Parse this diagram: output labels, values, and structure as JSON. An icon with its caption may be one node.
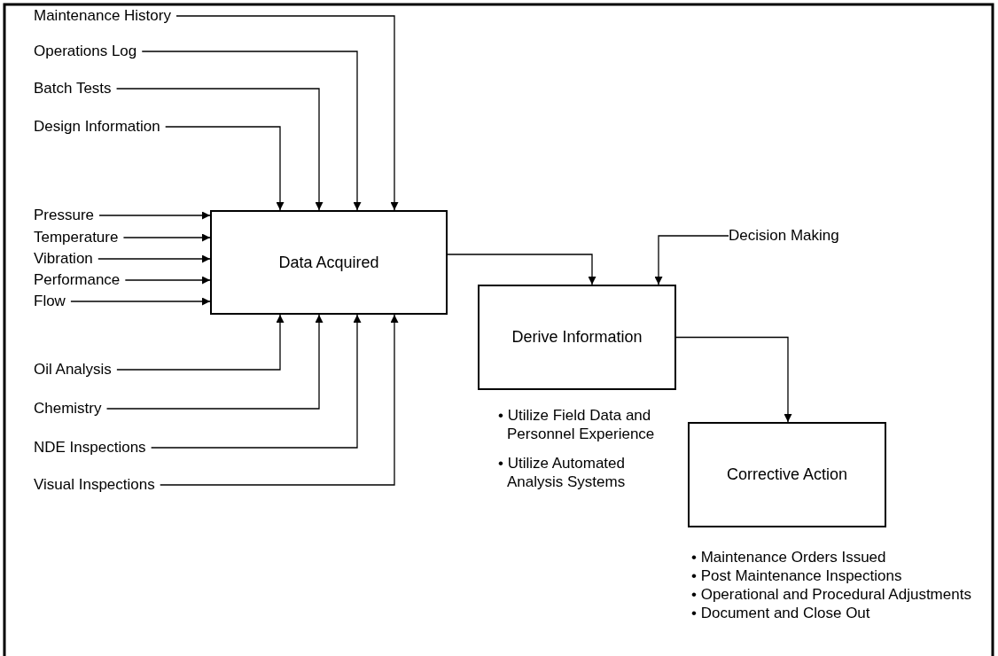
{
  "diagram": {
    "nodes": [
      {
        "text": [
          "Data Acquired"
        ]
      },
      {
        "text": [
          "Derive Information"
        ]
      },
      {
        "text": [
          "Corrective Action"
        ],
        "beside": [
          "• Maintenance Orders Issued",
          "• Post Maintenance Inspections",
          "• Operational and Procedural Adjustments",
          "• Document and Close Out"
        ]
      },
      {
        "text": [
          "Maintenance History"
        ]
      },
      {
        "text": [
          "Operations Log"
        ]
      },
      {
        "text": [
          "Batch Tests"
        ]
      },
      {
        "text": [
          "Design Information"
        ]
      },
      {
        "text": [
          "Pressure"
        ]
      },
      {
        "text": [
          "Temperature"
        ]
      },
      {
        "text": [
          "Vibration"
        ]
      },
      {
        "text": [
          "Performance"
        ]
      },
      {
        "text": [
          "Flow"
        ]
      },
      {
        "text": [
          "Oil Analysis"
        ]
      },
      {
        "text": [
          "Chemistry"
        ]
      },
      {
        "text": [
          "NDE Inspections"
        ]
      },
      {
        "text": [
          "Visual Inspections"
        ]
      },
      {
        "text": [
          "Decision Making"
        ]
      }
    ],
    "edges": [
      {
        "from": 3,
        "to": 0,
        "arrow": "to"
      },
      {
        "from": 4,
        "to": 0,
        "arrow": "to"
      },
      {
        "from": 5,
        "to": 0,
        "arrow": "to"
      },
      {
        "from": 6,
        "to": 0,
        "arrow": "to"
      },
      {
        "from": 7,
        "to": 0,
        "arrow": "to"
      },
      {
        "from": 8,
        "to": 0,
        "arrow": "to"
      },
      {
        "from": 9,
        "to": 0,
        "arrow": "to"
      },
      {
        "from": 10,
        "to": 0,
        "arrow": "to"
      },
      {
        "from": 11,
        "to": 0,
        "arrow": "to"
      },
      {
        "from": 12,
        "to": 0,
        "arrow": "to"
      },
      {
        "from": 13,
        "to": 0,
        "arrow": "to"
      },
      {
        "from": 14,
        "to": 0,
        "arrow": "to"
      },
      {
        "from": 15,
        "to": 0,
        "arrow": "to"
      },
      {
        "from": 0,
        "to": 1,
        "arrow": "to"
      },
      {
        "from": 16,
        "to": 1,
        "arrow": "to"
      },
      {
        "from": 1,
        "to": 2,
        "arrow": "to"
      }
    ],
    "labels": [
      "• Utilize Field Data and Personnel Experience",
      "• Utilize Automated Analysis Systems"
    ]
  }
}
